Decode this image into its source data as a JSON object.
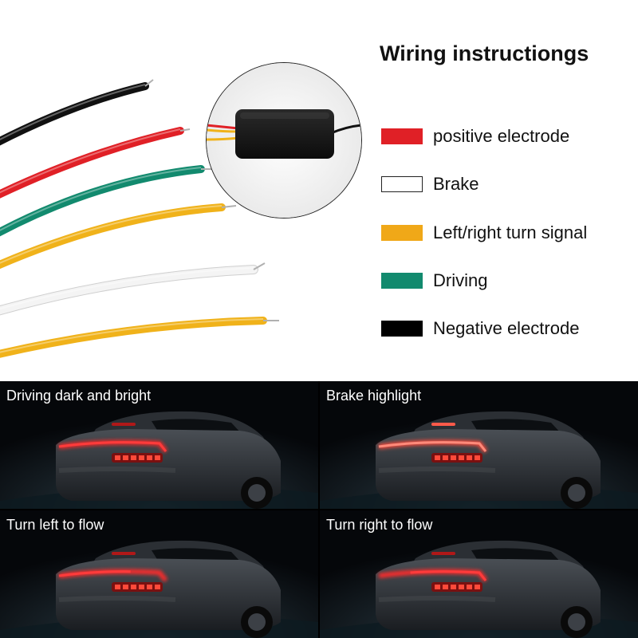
{
  "title": "Wiring instructiongs",
  "legend": [
    {
      "label": "positive electrode",
      "color": "#e02026"
    },
    {
      "label": "Brake",
      "color": "#ffffff"
    },
    {
      "label": "Left/right turn signal",
      "color": "#f0a818"
    },
    {
      "label": "Driving",
      "color": "#128a6e"
    },
    {
      "label": "Negative electrode",
      "color": "#000000"
    }
  ],
  "wire_colors": [
    "#111111",
    "#e02026",
    "#128a6e",
    "#f0b21a",
    "#f4f4f4",
    "#f0b21a"
  ],
  "panels": [
    {
      "caption": "Driving dark and bright"
    },
    {
      "caption": "Brake highlight"
    },
    {
      "caption": "Turn left to flow"
    },
    {
      "caption": "Turn right to flow"
    }
  ]
}
